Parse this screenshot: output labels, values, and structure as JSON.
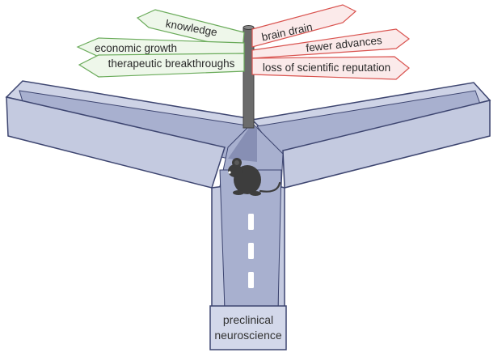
{
  "signs": {
    "positive": [
      "knowledge",
      "economic growth",
      "therapeutic breakthroughs"
    ],
    "negative": [
      "brain drain",
      "fewer advances",
      "loss of scientific reputation"
    ]
  },
  "maze": {
    "start_label_line1": "preclinical",
    "start_label_line2": "neuroscience"
  },
  "colors": {
    "positive_fill": "#eef7ea",
    "positive_stroke": "#6aab5a",
    "negative_fill": "#fbeaea",
    "negative_stroke": "#d9534f",
    "maze_wall_top": "#ced3e6",
    "maze_floor": "#a8b0cf",
    "maze_wall_front": "#c4cae0",
    "maze_edge": "#3d4570",
    "pole": "#6b6b6b",
    "mouse": "#3d3d3d"
  },
  "icons": {
    "mouse": "mouse-icon"
  }
}
